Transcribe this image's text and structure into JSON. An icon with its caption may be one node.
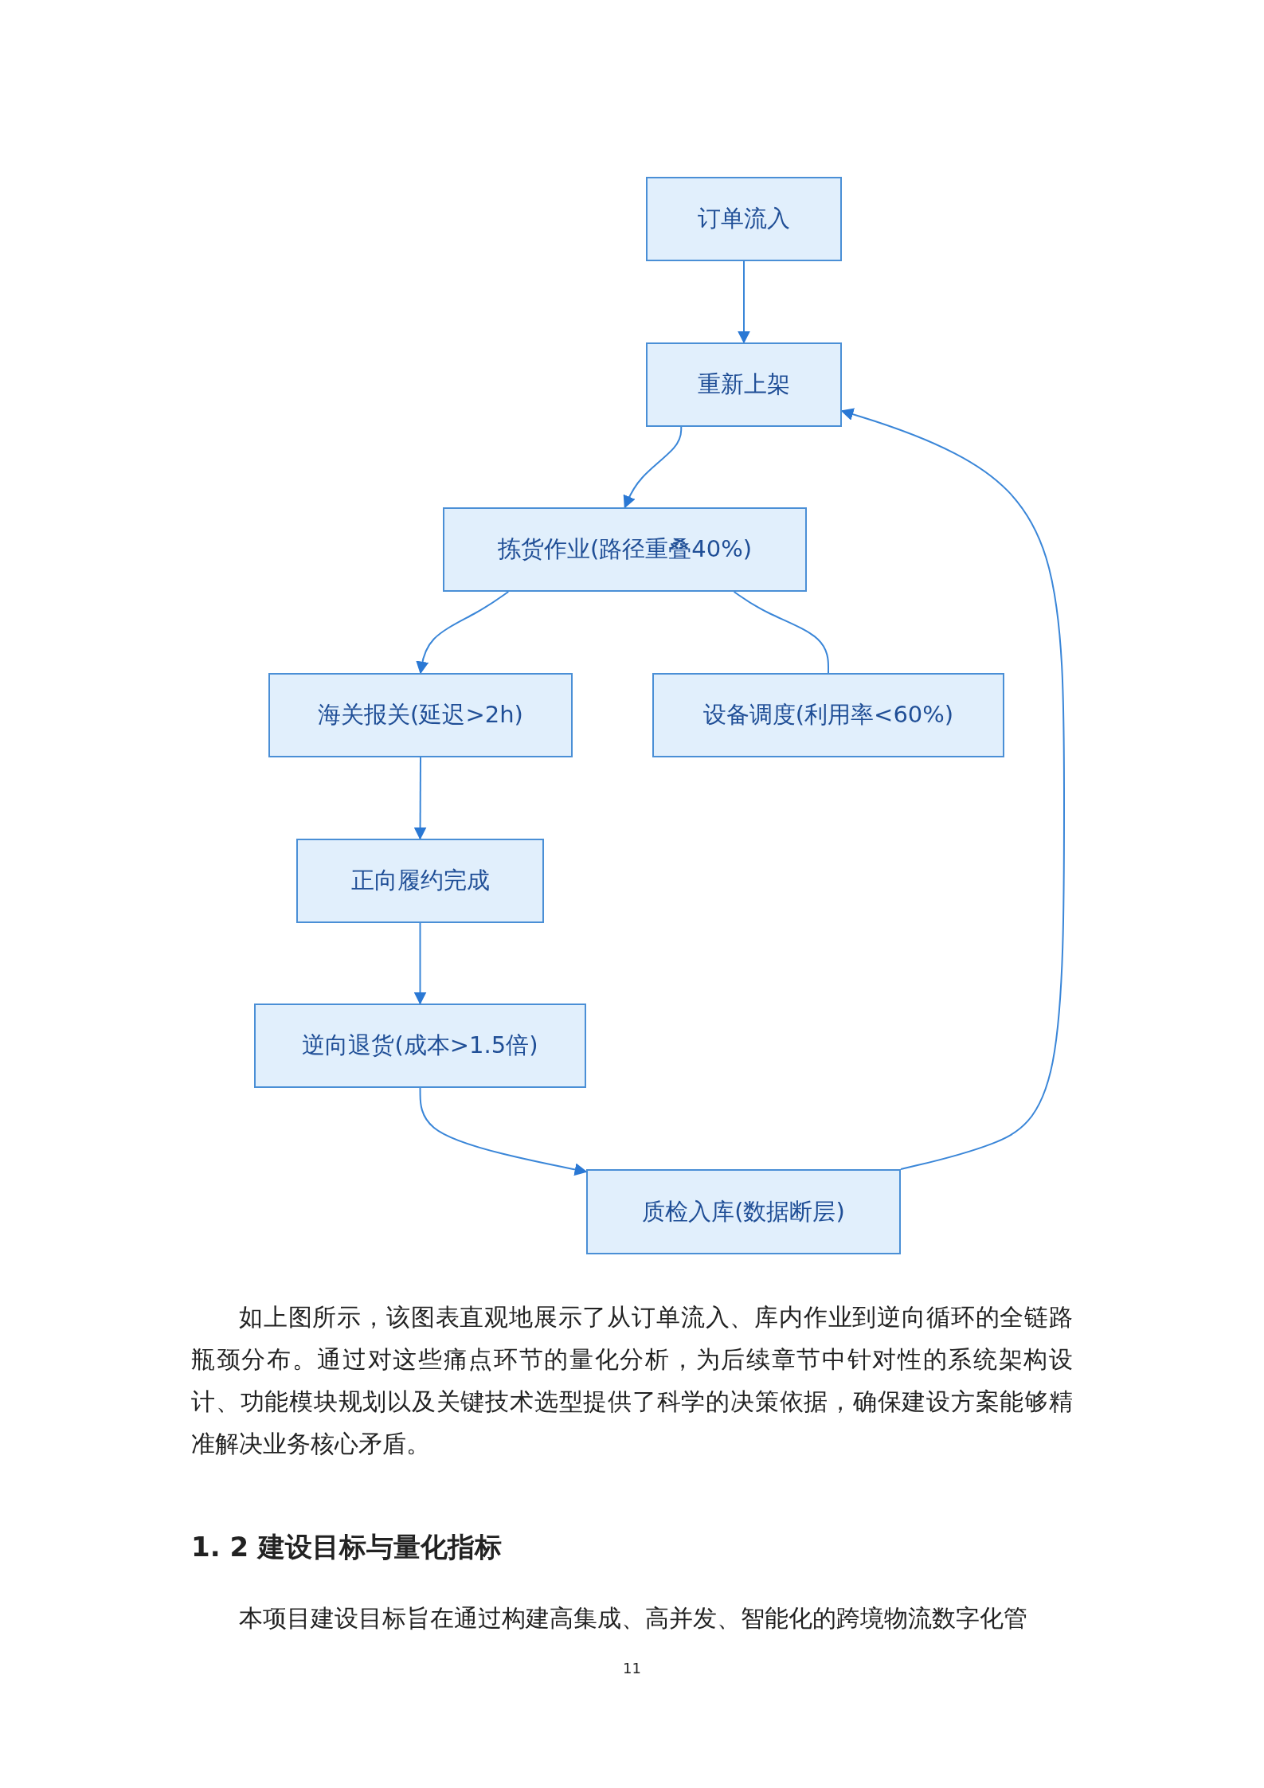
{
  "diagram": {
    "nodes": [
      {
        "text": [
          "订单流入"
        ]
      },
      {
        "text": [
          "重新上架"
        ]
      },
      {
        "text": [
          "拣货作业(路径重叠40%)"
        ]
      },
      {
        "text": [
          "海关报关(延迟>2h)"
        ]
      },
      {
        "text": [
          "设备调度(利用率<60%)"
        ]
      },
      {
        "text": [
          "正向履约完成"
        ]
      },
      {
        "text": [
          "逆向退货(成本>1.5倍)"
        ]
      },
      {
        "text": [
          "质检入库(数据断层)"
        ]
      }
    ],
    "edges": [
      {
        "from": 0,
        "to": 1,
        "arrow": "to"
      },
      {
        "from": 1,
        "to": 2,
        "arrow": "to"
      },
      {
        "from": 2,
        "to": 3,
        "arrow": "to"
      },
      {
        "from": 2,
        "to": 4,
        "arrow": "none"
      },
      {
        "from": 3,
        "to": 5,
        "arrow": "to"
      },
      {
        "from": 5,
        "to": 6,
        "arrow": "to"
      },
      {
        "from": 6,
        "to": 7,
        "arrow": "to"
      },
      {
        "from": 7,
        "to": 1,
        "arrow": "to"
      }
    ],
    "labels": [
      "如上图所示，该图表直观地展示了从订单流入、库内作业到逆向循环的全链路瓶颈分布。通过对这些痛点环节的量化分析，为后续章节中针对性的系统架构设计、功能模块规划以及关键技术选型提供了科学的决策依据，确保建设方案能够精准解决业务核心矛盾。",
      "1. 2 建设目标与量化指标",
      "本项目建设目标旨在通过构建高集成、高并发、智能化的跨境物流数字化管",
      "11"
    ]
  }
}
